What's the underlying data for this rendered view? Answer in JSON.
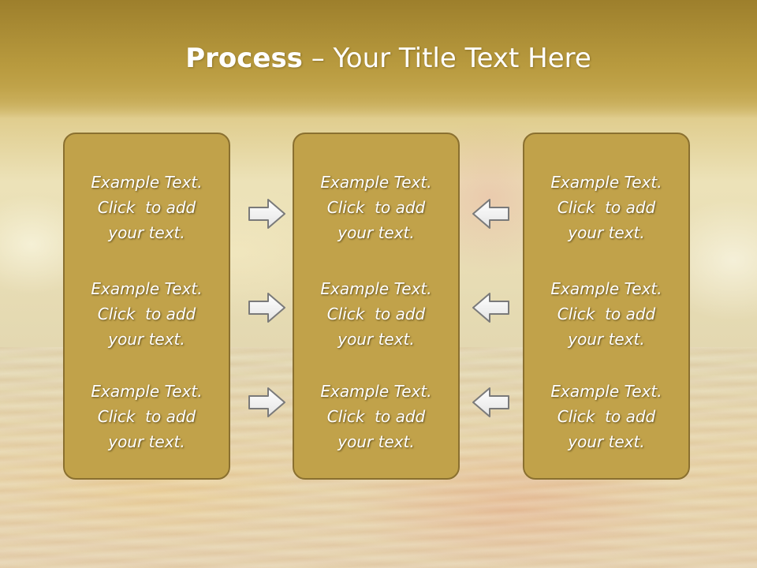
{
  "title": {
    "bold": "Process",
    "rest": " – Your Title Text Here"
  },
  "columns": [
    {
      "items": [
        {
          "line1": "Example Text.",
          "line2": "Click  to add",
          "line3": "your text."
        },
        {
          "line1": "Example Text.",
          "line2": "Click  to add",
          "line3": "your text."
        },
        {
          "line1": "Example Text.",
          "line2": "Click  to add",
          "line3": "your text."
        }
      ]
    },
    {
      "items": [
        {
          "line1": "Example Text.",
          "line2": "Click  to add",
          "line3": "your text."
        },
        {
          "line1": "Example Text.",
          "line2": "Click  to add",
          "line3": "your text."
        },
        {
          "line1": "Example Text.",
          "line2": "Click  to add",
          "line3": "your text."
        }
      ]
    },
    {
      "items": [
        {
          "line1": "Example Text.",
          "line2": "Click  to add",
          "line3": "your text."
        },
        {
          "line1": "Example Text.",
          "line2": "Click  to add",
          "line3": "your text."
        },
        {
          "line1": "Example Text.",
          "line2": "Click  to add",
          "line3": "your text."
        }
      ]
    }
  ],
  "arrows": {
    "left_group": [
      "right-arrow-icon",
      "right-arrow-icon",
      "right-arrow-icon"
    ],
    "right_group": [
      "left-arrow-icon",
      "left-arrow-icon",
      "left-arrow-icon"
    ]
  },
  "colors": {
    "box_fill": "#c1a24a",
    "box_border": "#8a7030",
    "title_band": "#a88a34",
    "text": "#ffffff"
  }
}
